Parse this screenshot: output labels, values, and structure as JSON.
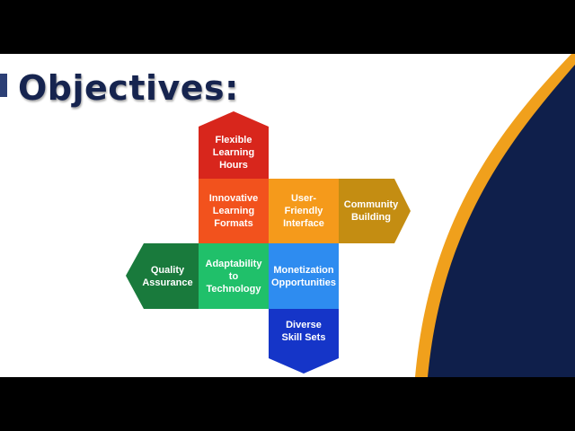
{
  "slide": {
    "title": "Objectives:",
    "colors": {
      "title": "#16244f",
      "navy_band": "#0f1f4b",
      "orange_curve": "#f0a01c"
    }
  },
  "diagram": {
    "tiles": [
      {
        "id": "flexible",
        "label": "Flexible Learning Hours",
        "color": "#d8261c"
      },
      {
        "id": "innovative",
        "label": "Innovative Learning Formats",
        "color": "#f2521d"
      },
      {
        "id": "userfriendly",
        "label": "User-Friendly Interface",
        "color": "#f59a1b"
      },
      {
        "id": "community",
        "label": "Community Building",
        "color": "#c48d12"
      },
      {
        "id": "quality",
        "label": "Quality Assurance",
        "color": "#197a3c"
      },
      {
        "id": "adaptability",
        "label": "Adaptability to Technology",
        "color": "#20c06a"
      },
      {
        "id": "monetization",
        "label": "Monetization Opportunities",
        "color": "#2e8cf0"
      },
      {
        "id": "diverse",
        "label": "Diverse Skill Sets",
        "color": "#1535c8"
      }
    ]
  }
}
